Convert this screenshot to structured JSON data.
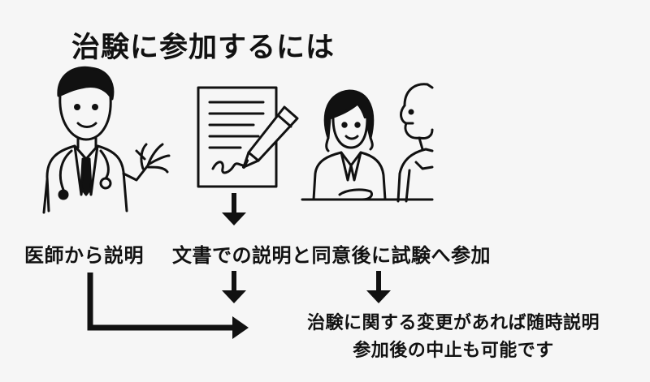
{
  "title": "治験に参加するには",
  "steps": {
    "doctor_label": "医師から説明",
    "document_label": "文書での説明と同意後に試験へ参加"
  },
  "note": {
    "line1": "治験に関する変更があれば随時説明",
    "line2": "参加後の中止も可能です"
  },
  "icons": {
    "doctor": "doctor-icon",
    "document": "signed-document-icon",
    "consultation": "consultation-icon"
  },
  "colors": {
    "ink": "#111111",
    "background": "#f6f6f6"
  }
}
